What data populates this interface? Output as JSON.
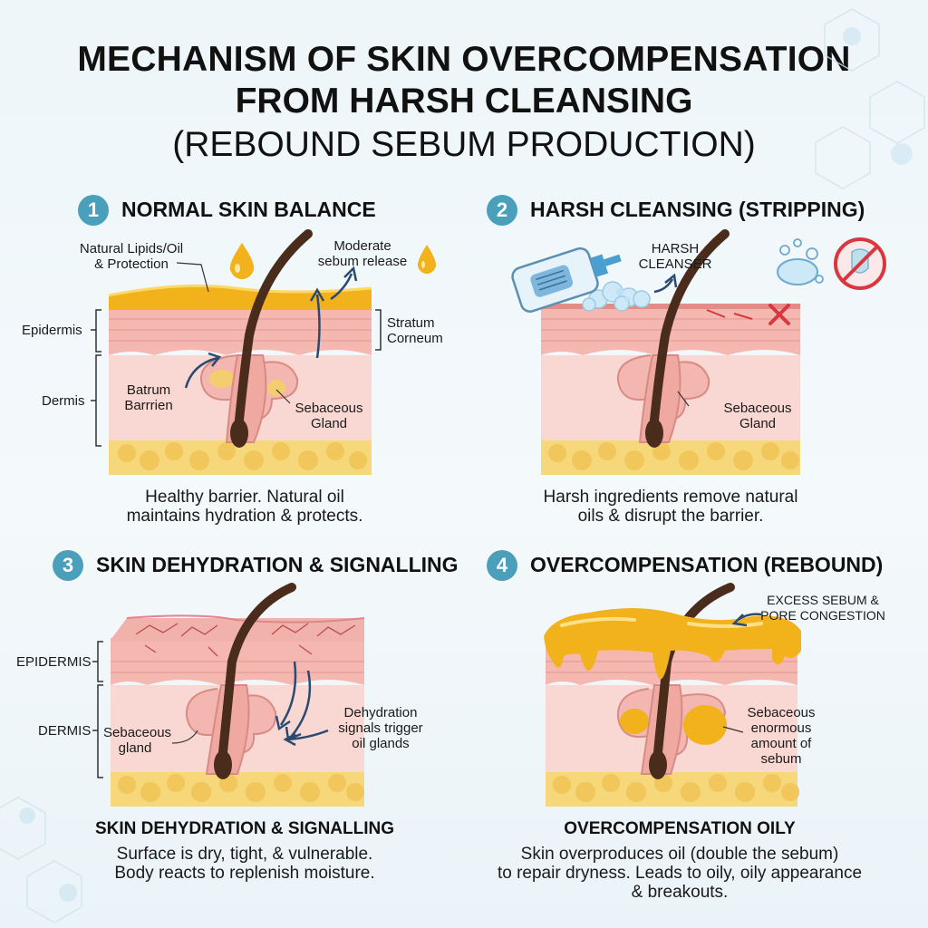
{
  "title": {
    "line1": "MECHANISM OF SKIN OVERCOMPENSATION",
    "line2": "FROM HARSH CLEANSING",
    "line3": "(REBOUND SEBUM PRODUCTION)"
  },
  "panels": [
    {
      "number": "1",
      "title": "NORMAL SKIN BALANCE",
      "labels": {
        "lipids": "Natural Lipids/Oil\n& Protection",
        "moderate": "Moderate\nsebum release",
        "epidermis": "Epidermis",
        "dermis": "Dermis",
        "stratum": "Stratum\nCorneum",
        "batrum": "Batrum\nBarrrien",
        "sebaceous": "Sebaceous\nGland"
      },
      "caption": "Healthy barrier. Natural oil\nmaintains hydration & protects."
    },
    {
      "number": "2",
      "title": "HARSH CLEANSING (STRIPPING)",
      "labels": {
        "cleanser": "HARSH\nCLEANSER",
        "sebaceous": "Sebaceous\nGland"
      },
      "caption": "Harsh ingredients remove natural\noils & disrupt the barrier."
    },
    {
      "number": "3",
      "title": "SKIN DEHYDRATION & SIGNALLING",
      "labels": {
        "epidermis": "EPIDERMIS",
        "dermis": "DERMIS",
        "sebaceous": "Sebaceous\ngland",
        "signals": "Dehydration\nsignals trigger\noil glands"
      },
      "subtitle": "SKIN DEHYDRATION & SIGNALLING",
      "caption": "Surface is dry, tight, & vulnerable.\nBody reacts to replenish moisture."
    },
    {
      "number": "4",
      "title": "OVERCOMPENSATION (REBOUND)",
      "labels": {
        "excess": "EXCESS SEBUM &\nPORE CONGESTION",
        "sebaceous": "Sebaceous\nenormous\namount of\nsebum"
      },
      "subtitle": "OVERCOMPENSATION OILY",
      "caption": "Skin overproduces oil (double the sebum)\nto repair dryness. Leads to oily, oily appearance\n& breakouts."
    }
  ],
  "colors": {
    "badge": "#4a9fba",
    "oil": "#f2b21c",
    "skin": "#f7c9c4",
    "fat": "#f6d77a",
    "hair": "#4a2c1c",
    "irritation": "#d9363e"
  },
  "icons": [
    "droplet-icon",
    "cleanser-bottle-icon",
    "soap-bubbles-icon",
    "prohibited-icon",
    "red-x-icon"
  ]
}
